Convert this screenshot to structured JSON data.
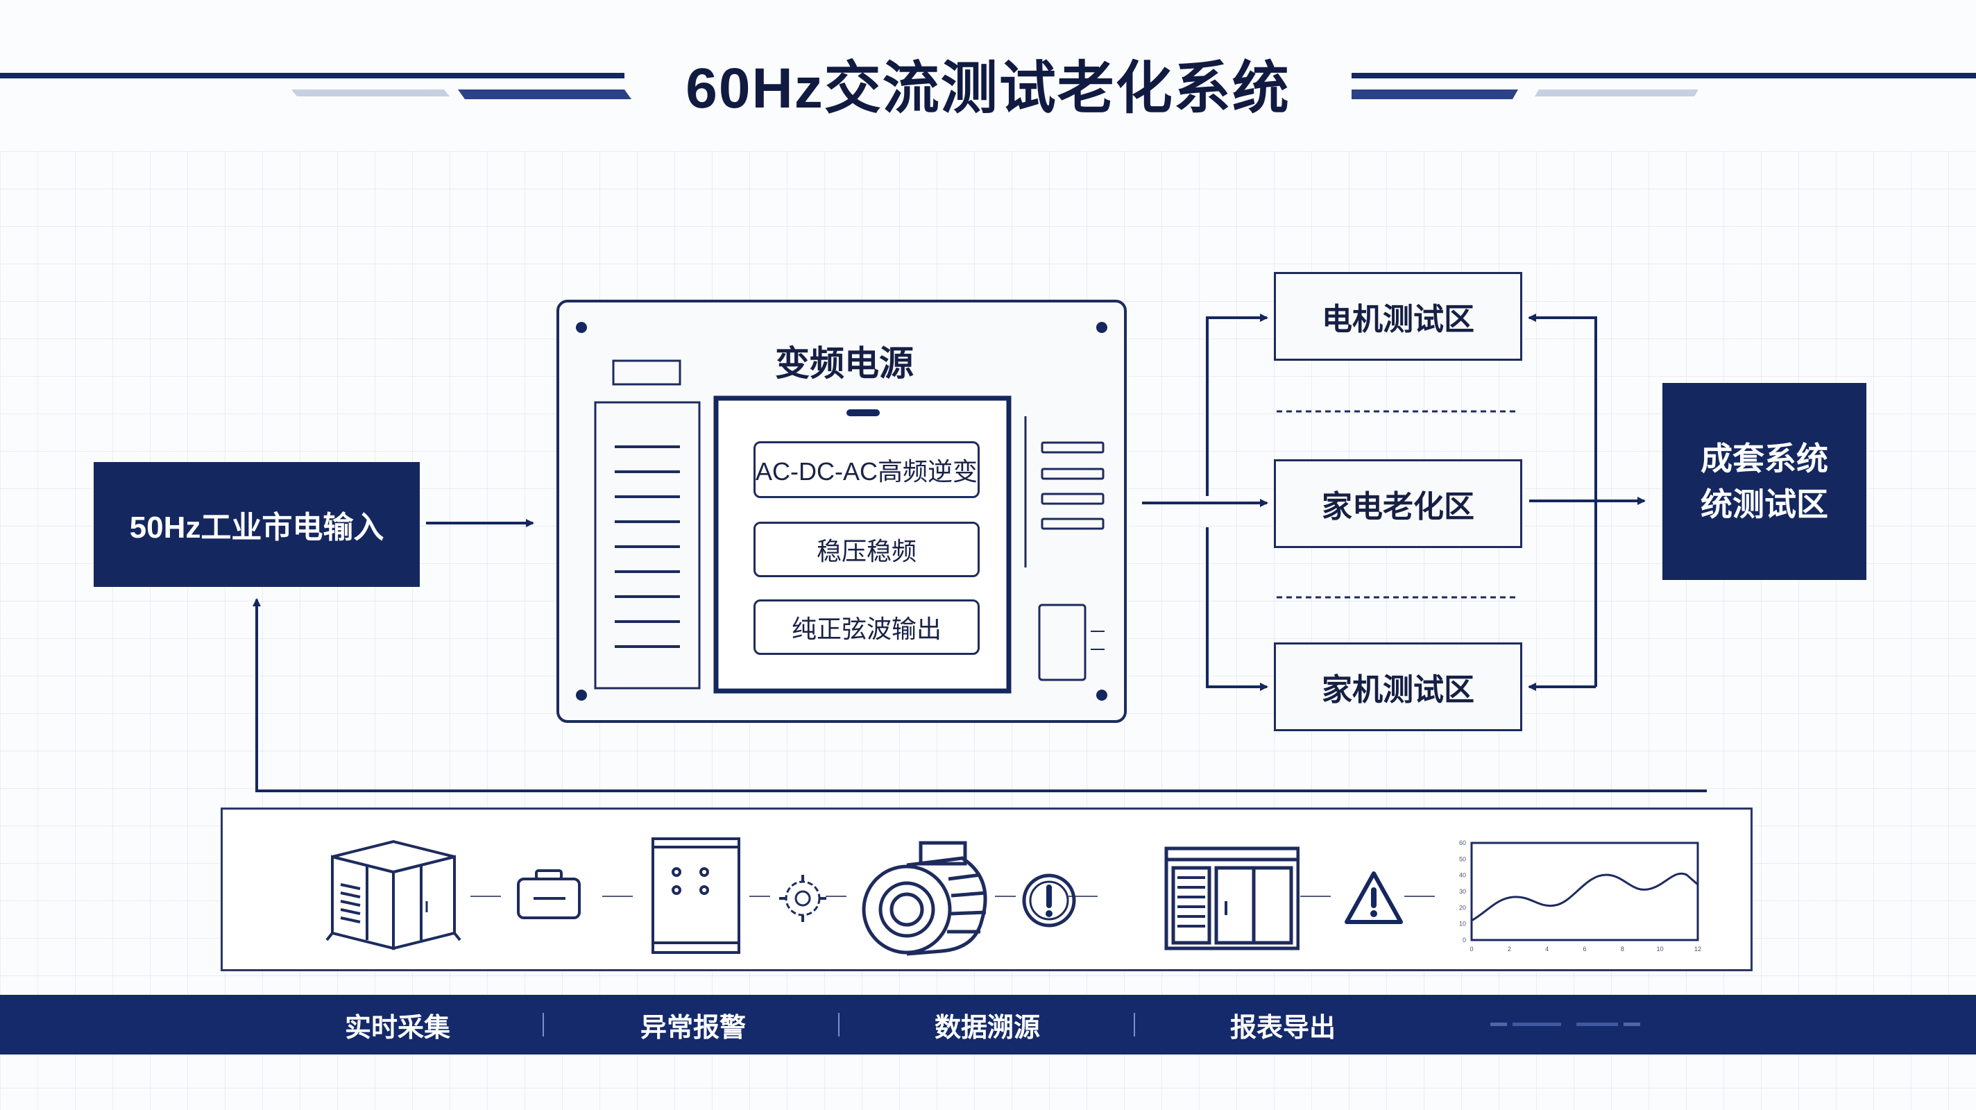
{
  "title": "60Hz交流测试老化系统",
  "input": {
    "label": "50Hz工业市电输入"
  },
  "power_supply": {
    "title": "变频电源",
    "stages": [
      "AC-DC-AC高频逆变",
      "稳压稳频",
      "纯正弦波输出"
    ]
  },
  "zones": [
    "电机测试区",
    "家电老化区",
    "家机测试区"
  ],
  "system_zone": {
    "line1": "成套系统",
    "line2": "统测试区"
  },
  "monitor_chart": {
    "type": "line",
    "x_ticks": [
      "0",
      "2",
      "4",
      "6",
      "8",
      "10",
      "12"
    ],
    "y_ticks": [
      "0",
      "10",
      "20",
      "30",
      "40",
      "50",
      "60"
    ]
  },
  "toolbar": {
    "items": [
      "实时采集",
      "异常报警",
      "数据溯源",
      "报表导出"
    ]
  },
  "colors": {
    "navy": "#14275f",
    "line": "#1d2b5e",
    "background": "#fbfcfd"
  },
  "icons": [
    "substation-icon",
    "battery-icon",
    "control-cabinet-icon",
    "gear-icon",
    "motor-icon",
    "alert-circle-icon",
    "switchgear-icon",
    "warning-icon",
    "line-chart-icon"
  ]
}
